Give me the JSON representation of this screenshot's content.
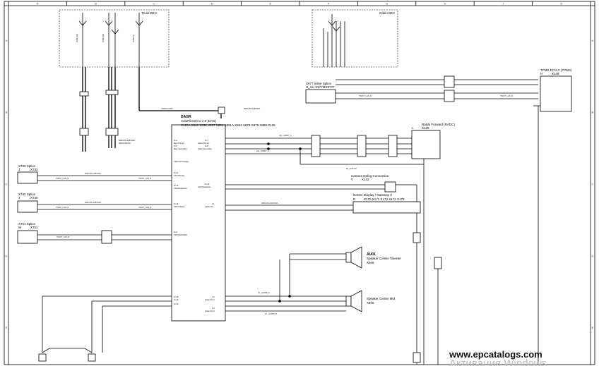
{
  "grid": {
    "columns": [
      "A",
      "B",
      "C",
      "D",
      "E",
      "F",
      "G",
      "H",
      "J",
      "K"
    ],
    "rows": [
      "A",
      "B",
      "C",
      "D",
      "E"
    ]
  },
  "components": {
    "trunk_bec": "Trunk BEC",
    "cabin_bec": "Cabin BEC",
    "dagr_id": "DAGR",
    "dagr_name": "AutoPilot ECU 2.0 (DAS)",
    "dagr_connectors": "X120A X840   X838   X837   X891   X891A X863   X878   X879   X899   X126",
    "x977_title": "X977 Inline Splice",
    "x977_connectors": "H_SU      X977MX977F",
    "radar_title": "Radar Forward (RADC)",
    "radar_conn": "X125",
    "radar_pre": "L",
    "tpms_title": "TPMS ECU C (TPMS)",
    "tpms_conn": "X148",
    "tpms_pre": "H",
    "camera_title": "Camera Defog Connection",
    "camera_conn": "X142",
    "camera_pre": "V",
    "center_display_title": "Center Display / Gateway II",
    "center_display_conn": "X170   X171   X172   X174   X175",
    "center_display_pre": "E",
    "x732_title": "X732 Splice",
    "x732_sub": "X732",
    "x732_pre": "J",
    "x740_title": "X740 Splice",
    "x740_sub": "X740",
    "x740_pre": "J",
    "x751_title": "X751 Splice",
    "x751_sub": "X751",
    "x751_pre": "W",
    "au01_id": "AU01",
    "tweeter_title": "Speaker Center Tweeter",
    "tweeter_conn": "X946",
    "mid_title": "Speaker Center Mid",
    "mid_conn": "X945",
    "twist_label": "TWIST_CAN_B",
    "wire_code": "9000 ATA AAB WCK"
  },
  "watermark": {
    "site": "www.epcatalogs.com",
    "overlay": "Активация Windows"
  }
}
